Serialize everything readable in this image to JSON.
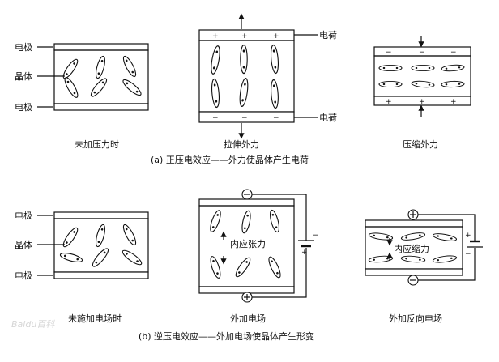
{
  "labels": {
    "electrode": "电极",
    "crystal": "晶体",
    "charge": "电荷"
  },
  "panels": {
    "a1": {
      "caption": "未加压力时"
    },
    "a2": {
      "caption": "拉伸外力"
    },
    "a3": {
      "caption": "压缩外力"
    },
    "b1": {
      "caption": "未施加电场时"
    },
    "b2": {
      "caption": "外加电场",
      "inner": "内应张力"
    },
    "b3": {
      "caption": "外加反向电场",
      "inner": "内应缩力"
    }
  },
  "titles": {
    "a": "(a) 正压电效应——外力使晶体产生电荷",
    "b": "(b) 逆压电效应——外加电场使晶体产生形变"
  },
  "signs": {
    "plus": "+",
    "minus": "−"
  },
  "watermark": "Baidu百科"
}
